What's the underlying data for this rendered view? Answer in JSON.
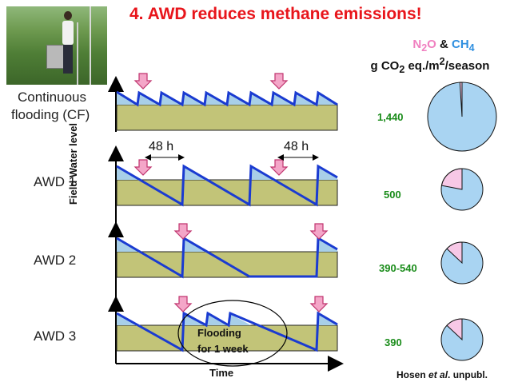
{
  "title": "4. AWD reduces  methane emissions!",
  "legend": {
    "n2o": "N",
    "n2o_sub": "2",
    "n2o_end": "O",
    "amp": " & ",
    "ch4": "CH",
    "ch4_sub": "4",
    "units_a": "g CO",
    "units_sub": "2",
    "units_b": " eq./m",
    "units_sup": "2",
    "units_c": "/season"
  },
  "rows": {
    "cf_line1": "Continuous",
    "cf_line2": "flooding (CF)",
    "awd1": "AWD 1",
    "awd2": "AWD 2",
    "awd3": "AWD 3"
  },
  "axis": {
    "y": "Field Water level",
    "x": "Time"
  },
  "interval_a": "48 h",
  "interval_b": "48 h",
  "flood_note_1": "Flooding",
  "flood_note_2": "for 1 week",
  "values": [
    "1,440",
    "500",
    "390-540",
    "390"
  ],
  "pies": [
    {
      "n2o_fraction": 0.01
    },
    {
      "n2o_fraction": 0.22
    },
    {
      "n2o_fraction": 0.13
    },
    {
      "n2o_fraction": 0.13
    }
  ],
  "credit_a": "Hosen ",
  "credit_b": "et al",
  "credit_c": ". unpubl.",
  "colors": {
    "title": "#e8151b",
    "water": "#a8cfe8",
    "soil": "#c2c478",
    "line": "#1a3bd1",
    "arrow": "#f4a6c8",
    "pie_ch4": "#a9d4f2",
    "pie_n2o": "#f7c8e6",
    "value": "#1a8c1a"
  }
}
